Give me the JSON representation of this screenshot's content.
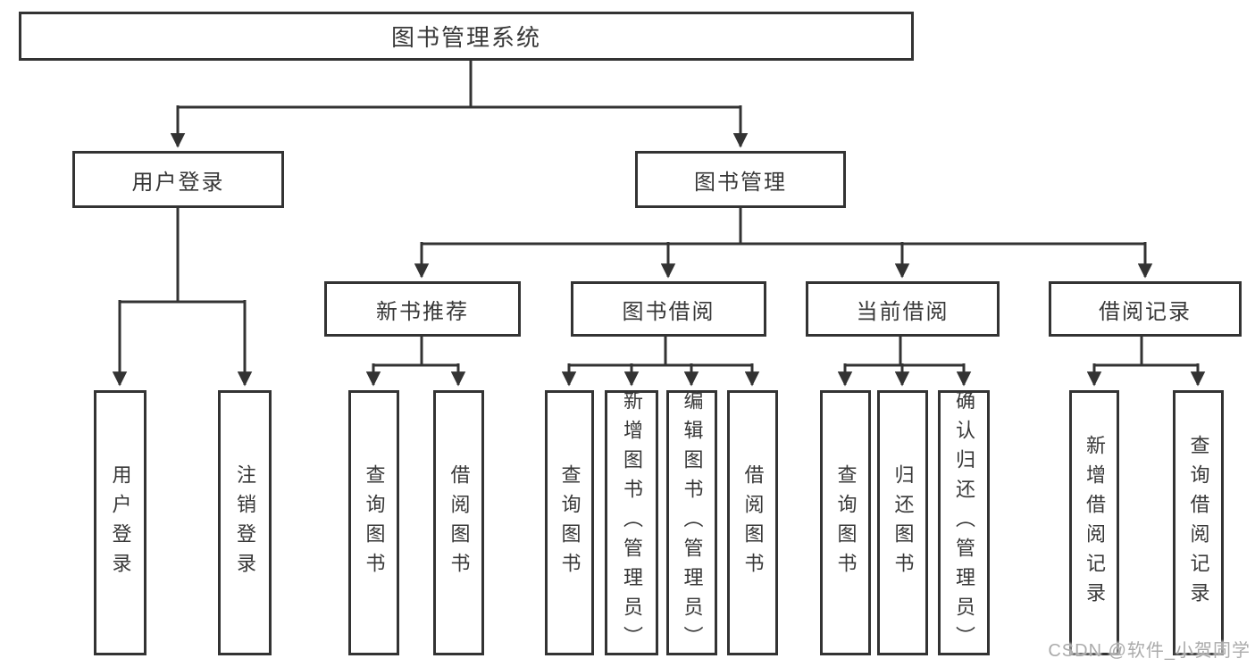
{
  "colors": {
    "line": "#333333",
    "box_border": "#333333",
    "text": "#383838",
    "watermark": "#ababab",
    "background": "#ffffff"
  },
  "watermark": {
    "text": "CSDN @软件_小贺同学"
  },
  "tree": {
    "root": {
      "label": "图书管理系统"
    },
    "branches": [
      {
        "label": "用户登录",
        "children": [
          {
            "label": "用户登录"
          },
          {
            "label": "注销登录"
          }
        ]
      },
      {
        "label": "图书管理",
        "groups": [
          {
            "label": "新书推荐",
            "children": [
              {
                "label": "查询图书"
              },
              {
                "label": "借阅图书"
              }
            ]
          },
          {
            "label": "图书借阅",
            "children": [
              {
                "label": "查询图书"
              },
              {
                "label": "新增图书（管理员）"
              },
              {
                "label": "编辑图书（管理员）"
              },
              {
                "label": "借阅图书"
              }
            ]
          },
          {
            "label": "当前借阅",
            "children": [
              {
                "label": "查询图书"
              },
              {
                "label": "归还图书"
              },
              {
                "label": "确认归还（管理员）"
              }
            ]
          },
          {
            "label": "借阅记录",
            "children": [
              {
                "label": "新增借阅记录"
              },
              {
                "label": "查询借阅记录"
              }
            ]
          }
        ]
      }
    ]
  }
}
